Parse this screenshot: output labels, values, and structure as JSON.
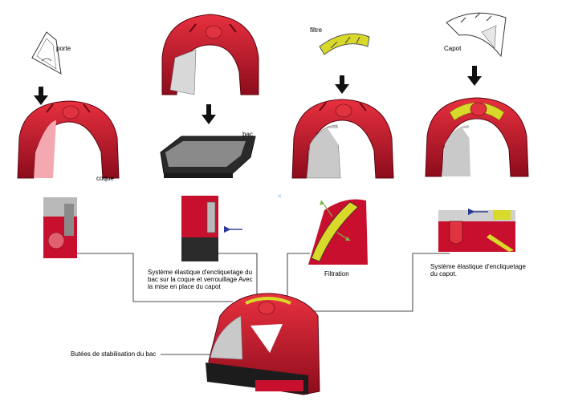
{
  "labels": {
    "porte": "porte",
    "coque": "coque",
    "bac": "bac",
    "filtre": "filtre",
    "capot": "Capot",
    "filtration": "Filtration",
    "systeme_bac": "Système élastique d'encliquetage du bac sur la coque et verrouillage Avec la mise en place du capot",
    "systeme_capot": "Système élastique d'encliquetage du capot.",
    "butees": "Butées de stabilisation du bac"
  },
  "colors": {
    "red": "#c8102e",
    "red_dark": "#7a0a1a",
    "pink": "#f4a9b0",
    "grey": "#b9b9b9",
    "grey_dark": "#5a5a5a",
    "yellow": "#d9d92a",
    "arrow": "#111111",
    "blue_arrow": "#2a3a9a"
  }
}
